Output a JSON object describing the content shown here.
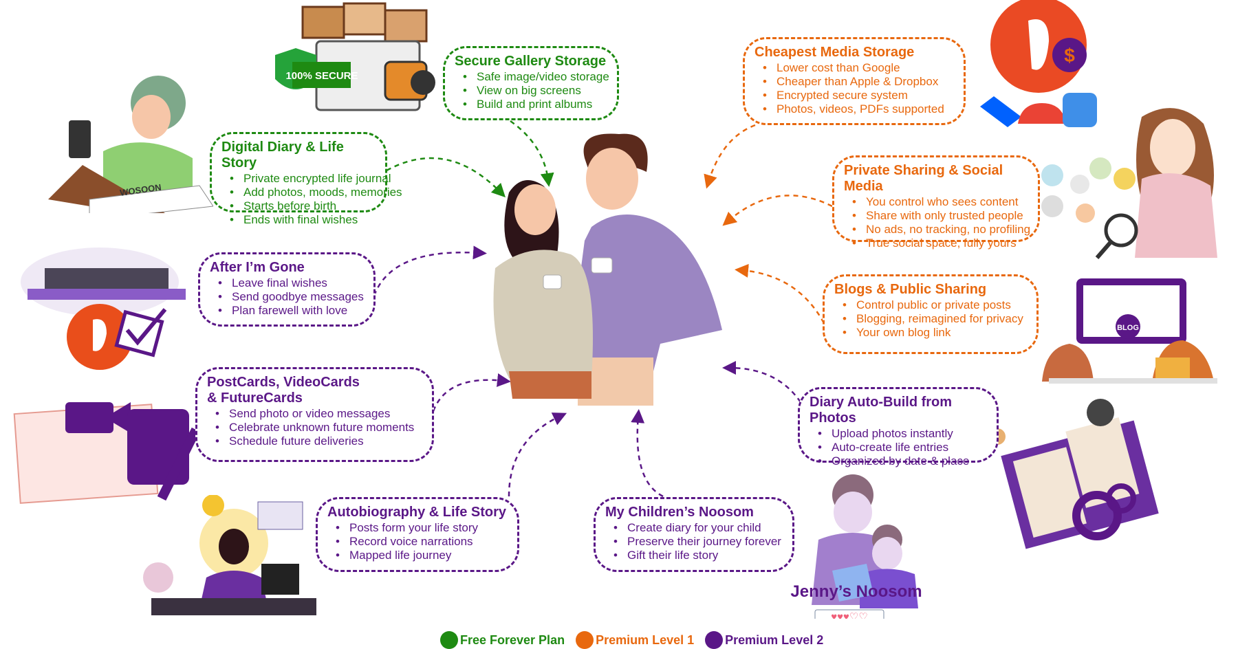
{
  "colors": {
    "green": "#1e8a12",
    "orange": "#e8680e",
    "purple": "#5a1787"
  },
  "features": {
    "secure_gallery": {
      "title": "Secure Gallery Storage",
      "items": [
        "Safe image/video storage",
        "View on big screens",
        "Build and print albums"
      ]
    },
    "digital_diary": {
      "title": "Digital Diary & Life Story",
      "items": [
        "Private encrypted life journal",
        "Add photos, moods, memories",
        "Starts before birth",
        "Ends with final wishes"
      ]
    },
    "cheapest_storage": {
      "title": "Cheapest Media Storage",
      "items": [
        "Lower cost than Google",
        "Cheaper than Apple & Dropbox",
        "Encrypted secure system",
        "Photos, videos, PDFs supported"
      ]
    },
    "private_sharing": {
      "title": "Private Sharing & Social Media",
      "items": [
        "You control who sees content",
        "Share with only trusted people",
        "No ads, no tracking, no profiling",
        "True social space, fully yours"
      ]
    },
    "blogs": {
      "title": "Blogs & Public Sharing",
      "items": [
        "Control public or private posts",
        "Blogging, reimagined for privacy",
        "Your own blog link"
      ]
    },
    "after_gone": {
      "title": "After I’m Gone",
      "items": [
        "Leave final wishes",
        "Send goodbye messages",
        "Plan farewell with love"
      ]
    },
    "postcards": {
      "title": "PostCards, VideoCards & FutureCards",
      "items": [
        "Send photo or video messages",
        "Celebrate unknown future moments",
        "Schedule future deliveries"
      ]
    },
    "auto_build": {
      "title": "Diary Auto-Build from Photos",
      "items": [
        "Upload photos instantly",
        "Auto-create life entries",
        "Organized by date & place"
      ]
    },
    "autobiography": {
      "title": "Autobiography & Life Story",
      "items": [
        "Posts form your life story",
        "Record voice narrations",
        "Mapped life journey"
      ]
    },
    "children": {
      "title": "My Children’s Noosom",
      "items": [
        "Create diary for your child",
        "Preserve their journey forever",
        "Gift their life story"
      ]
    }
  },
  "illustrations": {
    "secure_badge": "100% SECURE",
    "book_brand": "WOSOON",
    "blog_badge": "BLOG",
    "jenny": "Jenny’s Noosom"
  },
  "legend": [
    {
      "label": "Free Forever Plan",
      "color": "#1e8a12"
    },
    {
      "label": "Premium Level 1",
      "color": "#e8680e"
    },
    {
      "label": "Premium Level 2",
      "color": "#5a1787"
    }
  ]
}
